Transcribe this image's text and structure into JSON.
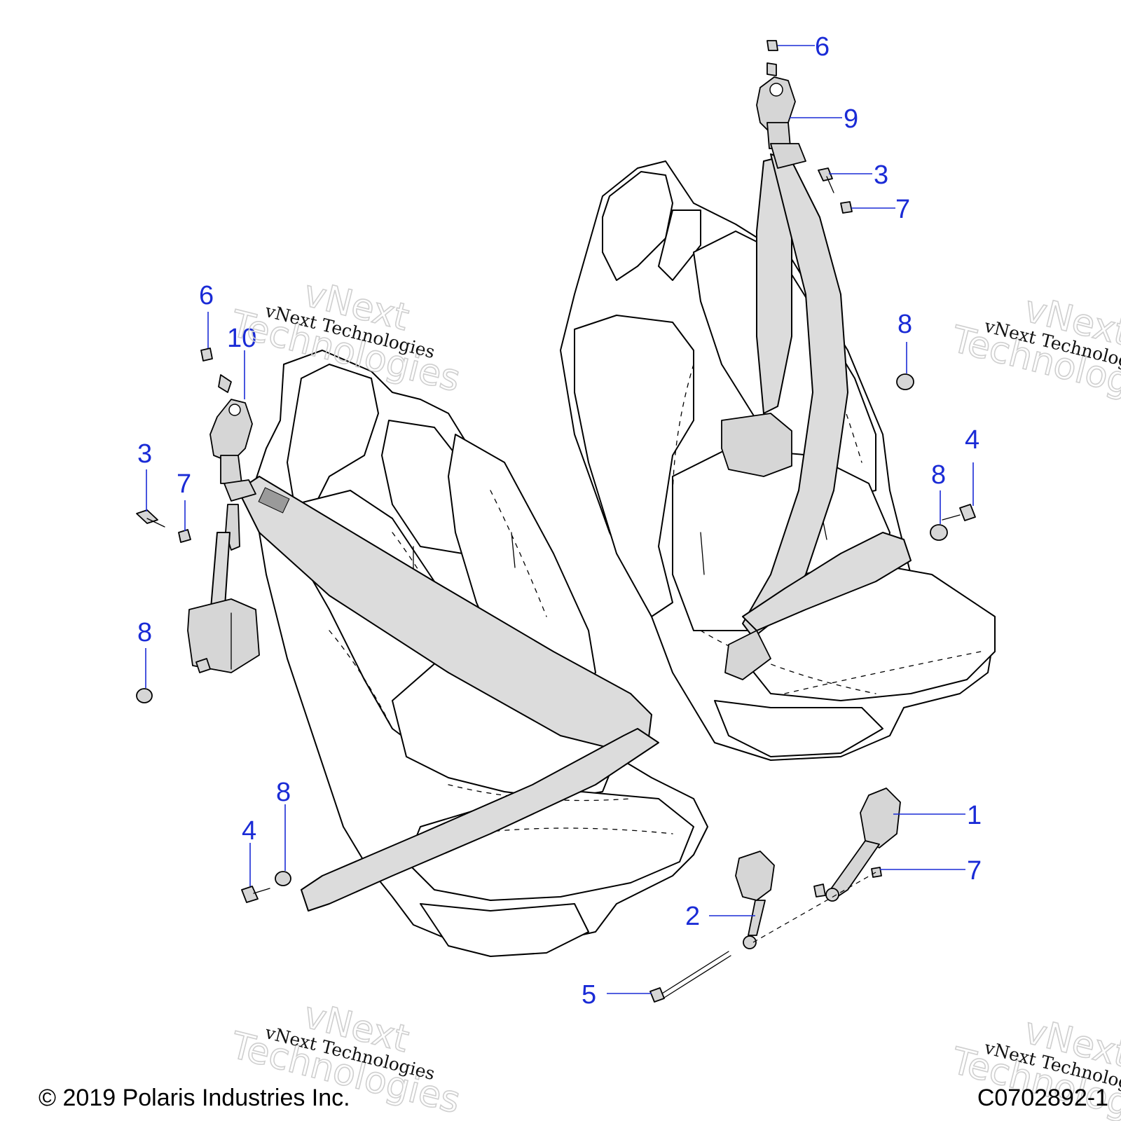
{
  "diagram": {
    "copyright": "© 2019 Polaris Industries Inc.",
    "figure_code": "C0702892-1",
    "watermark": {
      "line1": "vNext Technologies",
      "line2a": "vNext",
      "line2b": "Technologies"
    },
    "callouts": [
      {
        "id": "c1",
        "label": "1"
      },
      {
        "id": "c2",
        "label": "2"
      },
      {
        "id": "c3a",
        "label": "3"
      },
      {
        "id": "c3b",
        "label": "3"
      },
      {
        "id": "c4a",
        "label": "4"
      },
      {
        "id": "c4b",
        "label": "4"
      },
      {
        "id": "c5",
        "label": "5"
      },
      {
        "id": "c6a",
        "label": "6"
      },
      {
        "id": "c6b",
        "label": "6"
      },
      {
        "id": "c7a",
        "label": "7"
      },
      {
        "id": "c7b",
        "label": "7"
      },
      {
        "id": "c7c",
        "label": "7"
      },
      {
        "id": "c8a",
        "label": "8"
      },
      {
        "id": "c8b",
        "label": "8"
      },
      {
        "id": "c8c",
        "label": "8"
      },
      {
        "id": "c8d",
        "label": "8"
      },
      {
        "id": "c9",
        "label": "9"
      },
      {
        "id": "c10",
        "label": "10"
      }
    ]
  }
}
